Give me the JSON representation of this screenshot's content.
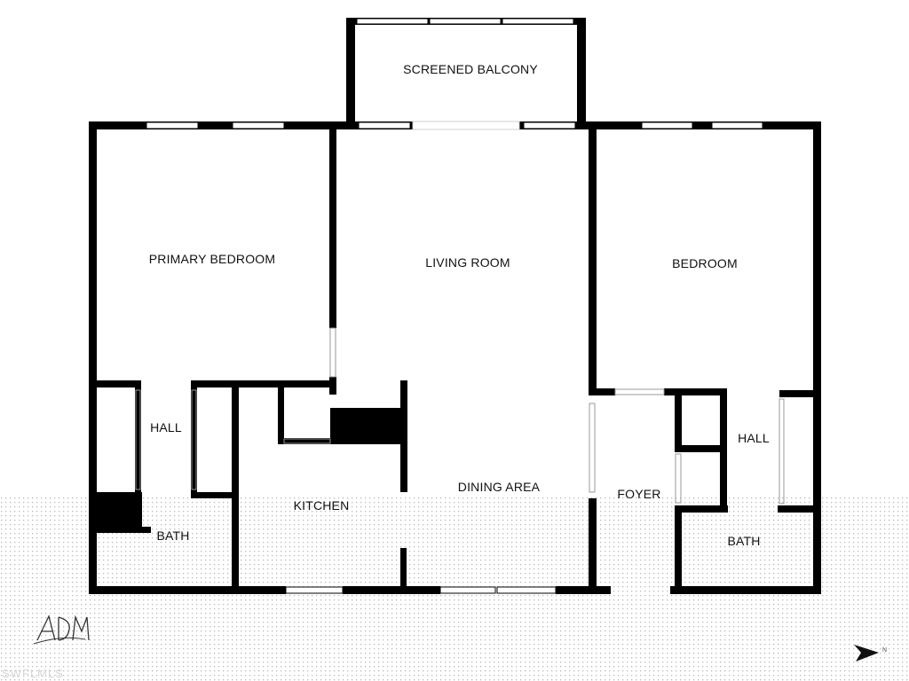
{
  "rooms": {
    "screened_balcony": "SCREENED BALCONY",
    "primary_bedroom": "PRIMARY BEDROOM",
    "living_room": "LIVING ROOM",
    "bedroom": "BEDROOM",
    "hall_left": "HALL",
    "hall_right": "HALL",
    "kitchen": "KITCHEN",
    "dining_area": "DINING AREA",
    "foyer": "FOYER",
    "bath_left": "BATH",
    "bath_right": "BATH"
  },
  "marks": {
    "signature": "ADM",
    "compass": "north-arrow-icon",
    "watermark_corner": "SWFLMLS"
  },
  "colors": {
    "wall": "#000000",
    "window": "#ffffff",
    "dot_pattern": "#b8b8b8"
  }
}
